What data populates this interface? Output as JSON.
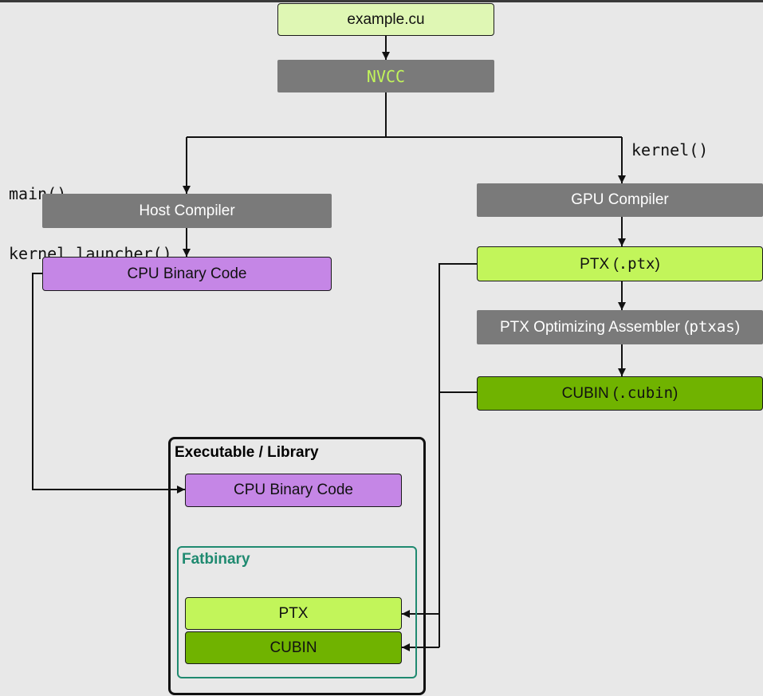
{
  "source_file": "example.cu",
  "compiler": "NVCC",
  "host_functions": [
    "main()",
    "kernel_launcher()"
  ],
  "device_functions": "kernel()",
  "host_compiler": "Host Compiler",
  "gpu_compiler": "GPU Compiler",
  "cpu_binary": "CPU Binary Code",
  "ptx": {
    "prefix": "PTX (",
    "code": ".ptx",
    "suffix": ")"
  },
  "assembler": {
    "prefix": "PTX Optimizing Assembler (",
    "code": "ptxas",
    "suffix": ")"
  },
  "cubin": {
    "prefix": "CUBIN (",
    "code": ".cubin",
    "suffix": ")"
  },
  "executable": {
    "title": "Executable / Library",
    "cpu_binary": "CPU Binary Code",
    "fatbinary": {
      "title": "Fatbinary",
      "ptx": "PTX",
      "cubin": "CUBIN"
    }
  },
  "colors": {
    "source": "#dff7b4",
    "tool": "#7a7a7a",
    "cpu_binary": "#c586e6",
    "ptx": "#c2f55a",
    "cubin": "#70b300",
    "fatbinary_border": "#1f8a70"
  }
}
